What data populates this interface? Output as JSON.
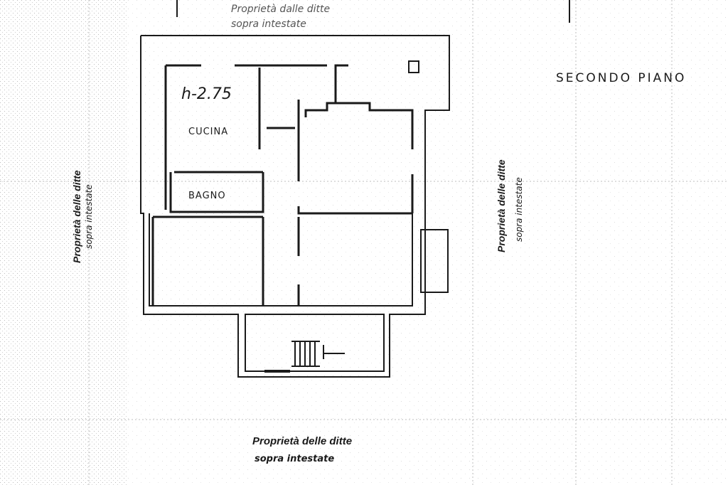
{
  "floor_title": "SECONDO PIANO",
  "height_label": "h-2.75",
  "rooms": {
    "kitchen": "CUCINA",
    "bathroom": "BAGNO"
  },
  "neighbors": {
    "top": {
      "line1": "Proprietà dalle ditte",
      "line2": "sopra intestate"
    },
    "left": {
      "line1": "Proprietà delle ditte",
      "line2": "sopra intestate"
    },
    "right": {
      "line1": "Proprietà delle ditte",
      "line2": "sopra intestate"
    },
    "bottom": {
      "line1": "Proprietà delle ditte",
      "line2": "sopra intestate"
    }
  },
  "colors": {
    "ink": "#1a1a1a",
    "grid": "#b8b8b8",
    "paper": "#ffffff"
  }
}
